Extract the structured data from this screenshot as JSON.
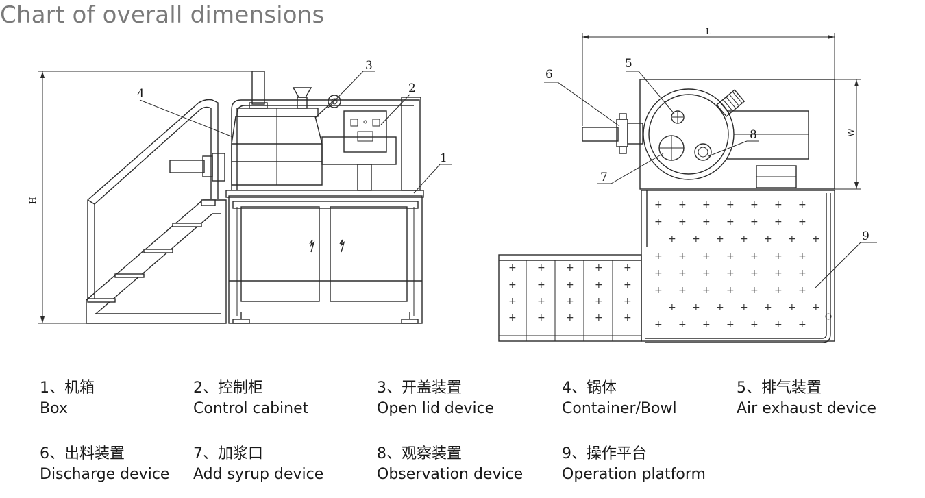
{
  "title": "Chart of overall dimensions",
  "dimensions": {
    "height": "H",
    "length": "L",
    "width": "W"
  },
  "callouts": [
    "1",
    "2",
    "3",
    "4",
    "5",
    "6",
    "7",
    "8",
    "9"
  ],
  "legend": [
    {
      "zh": "1、机箱",
      "en": "Box"
    },
    {
      "zh": "2、控制柜",
      "en": "Control cabinet"
    },
    {
      "zh": "3、开盖装置",
      "en": "Open lid device"
    },
    {
      "zh": "4、锅体",
      "en": "Container/Bowl"
    },
    {
      "zh": "5、排气装置",
      "en": "Air exhaust device"
    },
    {
      "zh": "6、出料装置",
      "en": "Discharge device"
    },
    {
      "zh": "7、加浆口",
      "en": "Add syrup device"
    },
    {
      "zh": "8、观察装置",
      "en": "Observation device"
    },
    {
      "zh": "9、操作平台",
      "en": "Operation platform"
    }
  ]
}
